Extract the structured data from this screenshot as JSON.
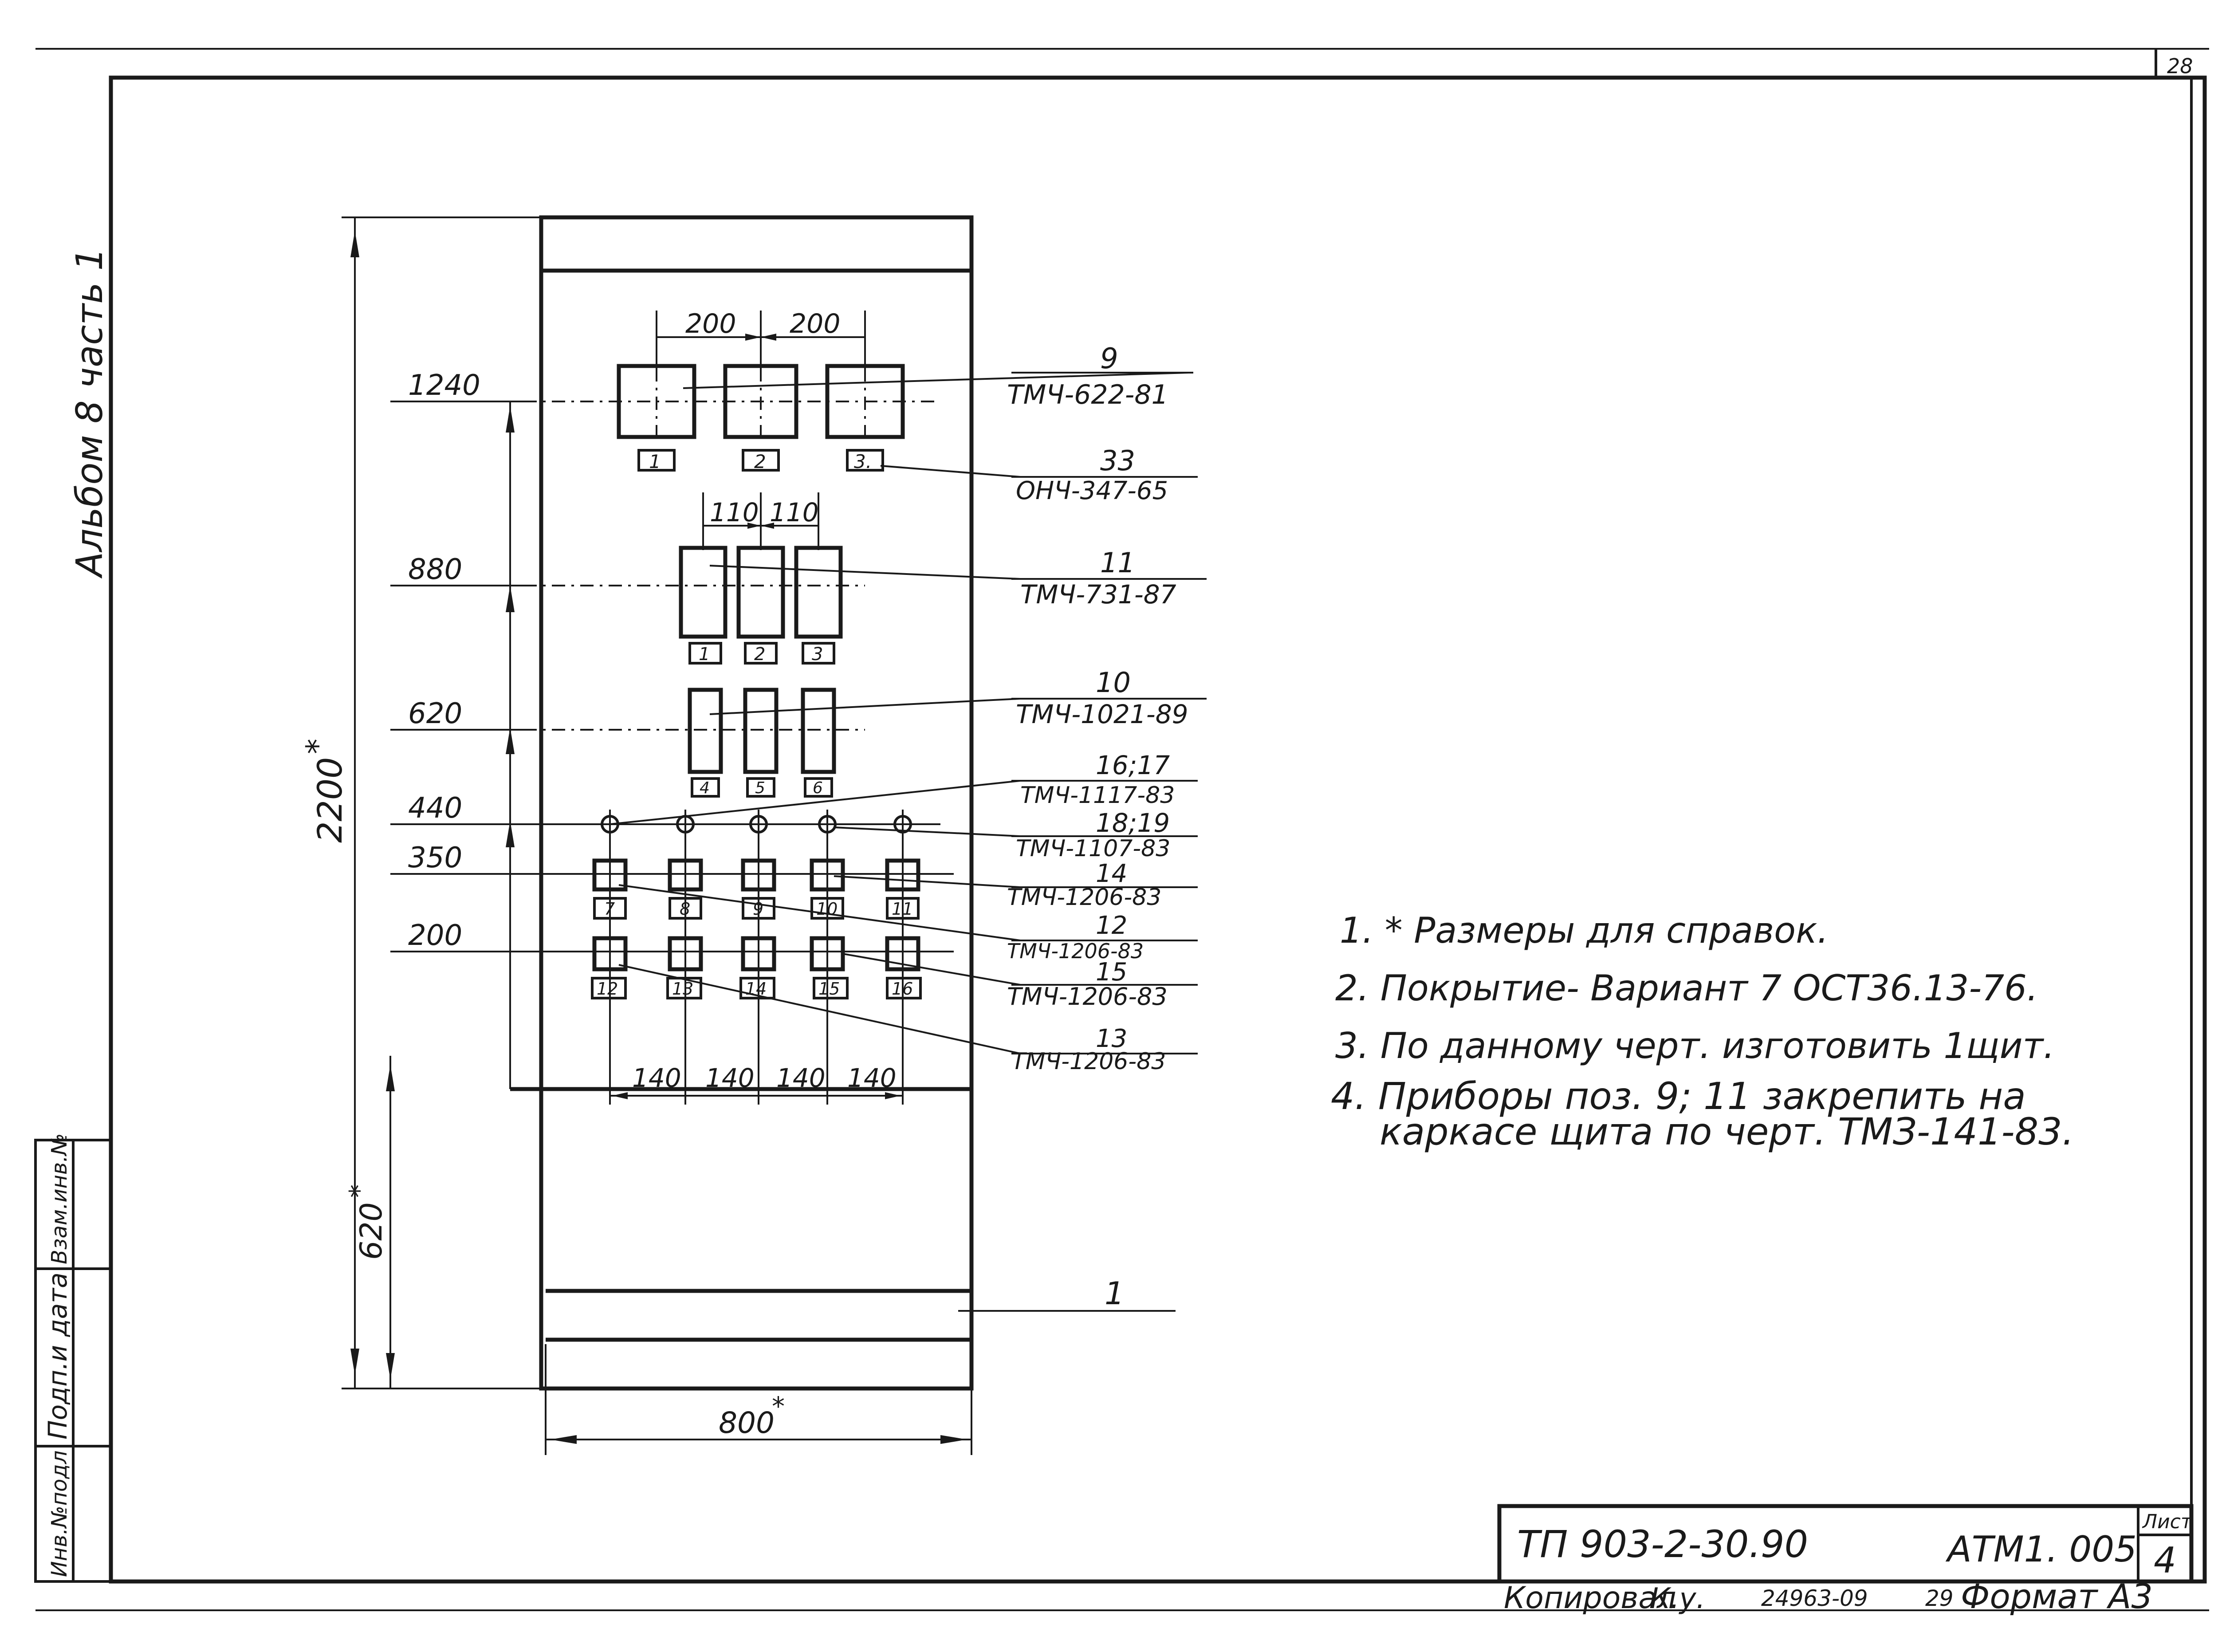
{
  "sheet": {
    "page_number_top": "28",
    "album_label": "Альбом 8 часть 1",
    "side_stamp": [
      "Инв.№подл",
      "Подп.и дата",
      "Взам.инв.№"
    ]
  },
  "dimensions": {
    "total_height": "2200",
    "total_height_mark": "*",
    "lower_height": "620",
    "lower_height_mark": "*",
    "width": "800",
    "width_mark": "*",
    "spacing_200": [
      "200",
      "200"
    ],
    "spacing_110": [
      "110",
      "110"
    ],
    "spacing_140": [
      "140",
      "140",
      "140",
      "140"
    ]
  },
  "levels": [
    {
      "value": "1240"
    },
    {
      "value": "880"
    },
    {
      "value": "620"
    },
    {
      "value": "440"
    },
    {
      "value": "350"
    },
    {
      "value": "200"
    }
  ],
  "instrument_tags": {
    "row_1240": [
      "1",
      "2",
      "3."
    ],
    "row_880": [
      "1",
      "2",
      "3"
    ],
    "row_620": [
      "4",
      "5",
      "6"
    ],
    "row_350": [
      "7",
      "8",
      "9",
      "10",
      "11"
    ],
    "row_200": [
      "12",
      "13",
      "14",
      "15",
      "16"
    ]
  },
  "callouts": [
    {
      "pos": "9",
      "ref": "ТМЧ-622-81"
    },
    {
      "pos": "33",
      "ref": "ОНЧ-347-65"
    },
    {
      "pos": "11",
      "ref": "ТМЧ-731-87"
    },
    {
      "pos": "10",
      "ref": "ТМЧ-1021-89"
    },
    {
      "pos": "16;17",
      "ref": "ТМЧ-1117-83"
    },
    {
      "pos": "18;19",
      "ref": "ТМЧ-1107-83"
    },
    {
      "pos": "14",
      "ref": "ТМЧ-1206-83"
    },
    {
      "pos": "12",
      "ref": "ТМЧ-1206-83"
    },
    {
      "pos": "15",
      "ref": "ТМЧ-1206-83"
    },
    {
      "pos": "13",
      "ref": "ТМЧ-1206-83"
    }
  ],
  "frame_callout": {
    "pos": "1"
  },
  "notes": [
    "1. * Размеры для справок.",
    "2. Покрытие- Вариант 7 ОСТ36.13-76.",
    "3. По данному черт. изготовить 1щит.",
    "4. Приборы поз. 9; 11 закрепить на",
    "каркасе щита по черт. ТМЗ-141-83."
  ],
  "title_block": {
    "project": "ТП 903-2-30.90",
    "doc_code": "АТМ1. 005",
    "sheet_label": "Лист",
    "sheet_number": "4",
    "copied_label": "Копировал",
    "copied_sig": "К.у.",
    "archive_no": "24963-09",
    "archive_sheet": "29",
    "format_label": "Формат А3"
  }
}
